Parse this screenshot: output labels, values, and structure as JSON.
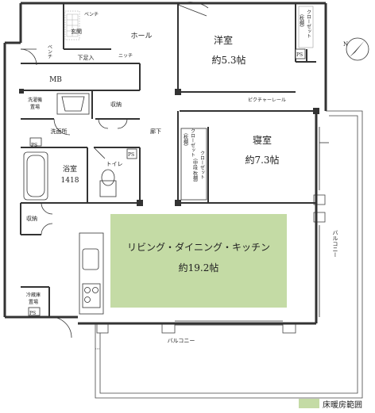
{
  "rooms": {
    "western": {
      "name": "洋室",
      "size": "約5.3帖"
    },
    "bedroom": {
      "name": "寝室",
      "size": "約7.3帖"
    },
    "ldk": {
      "name": "リビング・ダイニング・キッチン",
      "size": "約19.2帖"
    },
    "bath": {
      "name": "浴室",
      "size": "1418"
    }
  },
  "labels": {
    "hall": "ホール",
    "entrance": "玄関",
    "shoe_step": "下足入",
    "niche": "ニッチ",
    "bench_top": "ベンチ",
    "bench_left": "ベンチ",
    "mb": "MB",
    "washer_1": "洗濯機",
    "washer_2": "置場",
    "storage_1": "収納",
    "storage_2": "収納",
    "washroom": "洗面所",
    "corridor": "廊下",
    "toilet": "トイレ",
    "ps": "PS",
    "picture_rail": "ピクチャーレール",
    "closet_top": "クローゼット",
    "closet_top_sub": "（枕棚）",
    "closet_bed": "クローゼット",
    "closet_bed_sub": "（枕棚）",
    "closet_bed2": "クローゼット",
    "closet_bed2_sub": "（中段 枕棚）",
    "fridge_1": "冷蔵庫",
    "fridge_2": "置場",
    "balcony_bottom": "バルコニー",
    "balcony_right": "バルコニー",
    "north": "N"
  },
  "legend": {
    "label": "床暖房範囲",
    "color": "#c4dba5"
  }
}
